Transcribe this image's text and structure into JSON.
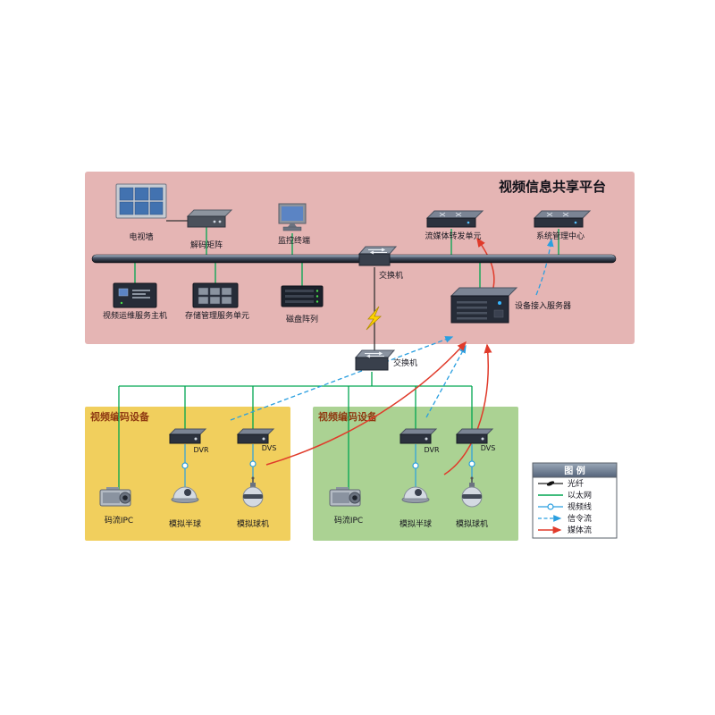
{
  "title": "视频信息共享平台",
  "platform": {
    "tv_wall": "电视墙",
    "decoder_matrix": "解码矩阵",
    "monitor_terminal": "监控终端",
    "stream_forward_unit": "流媒体转发单元",
    "system_mgmt_center": "系统管理中心",
    "video_ops_host": "视频运维服务主机",
    "storage_mgmt_unit": "存储管理服务单元",
    "disk_array": "磁盘阵列",
    "switch_label": "交换机",
    "access_server": "设备接入服务器"
  },
  "core": {
    "switch_label": "交换机"
  },
  "encode_left": {
    "title": "视频编码设备",
    "dvr": "DVR",
    "dvs": "DVS",
    "ipc": "码流IPC",
    "dome": "模拟半球",
    "ptz": "模拟球机"
  },
  "encode_right": {
    "title": "视频编码设备",
    "dvr": "DVR",
    "dvs": "DVS",
    "ipc": "码流IPC",
    "dome": "模拟半球",
    "ptz": "模拟球机"
  },
  "legend": {
    "title": "图 例",
    "fiber": "光纤",
    "ethernet": "以太网",
    "video": "视频线",
    "signal": "信令流",
    "media": "媒体流"
  },
  "colors": {
    "platform_bg": "#e5b5b4",
    "encode_left_bg": "#f1cf5d",
    "encode_right_bg": "#abd293",
    "ethernet_line": "#00a650",
    "video_line": "#2a9fe0",
    "signal_flow": "#2a9fe0",
    "media_flow": "#e03a2a",
    "fiber_line": "#222222"
  }
}
